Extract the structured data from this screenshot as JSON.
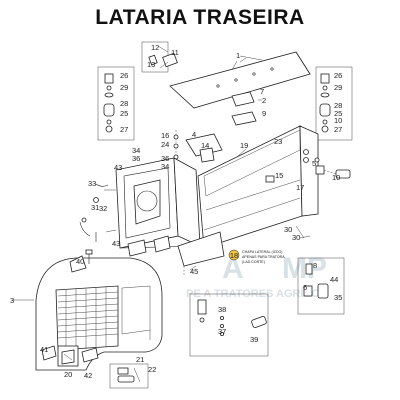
{
  "title": "LATARIA TRASEIRA",
  "watermark": {
    "name": "A",
    "tail": "MP",
    "tagline": "PE    A    TRATORES AGRÍCOL"
  },
  "note": {
    "number": "18",
    "lines": [
      "CHAPA LATERAL (IZDO)",
      "APENAS PARA TRATORA",
      "(LAD.CORTE)"
    ]
  },
  "callouts": {
    "c1": "1",
    "c2": "2",
    "c3": "3",
    "c4": "4",
    "c5": "5",
    "c6": "6",
    "c7": "7",
    "c8": "8",
    "c9": "9",
    "c10": "10",
    "c11": "11",
    "c12": "12",
    "c13": "13",
    "c14": "14",
    "c15": "15",
    "c16": "16",
    "c17": "17",
    "c19": "19",
    "c20": "20",
    "c21": "21",
    "c22": "22",
    "c23": "23",
    "c24": "24",
    "c25": "25",
    "c26": "26",
    "c27": "27",
    "c28": "28",
    "c29": "29",
    "c30": "30",
    "c31": "31",
    "c32": "32",
    "c33": "33",
    "c34": "34",
    "c35": "35",
    "c36": "36",
    "c37": "37",
    "c38": "38",
    "c39": "39",
    "c40": "40",
    "c41": "41",
    "c42": "42",
    "c43": "43",
    "c44": "44",
    "c45": "45",
    "c10b": "10",
    "c25b": "25",
    "c26b": "26",
    "c27b": "27",
    "c29b": "29",
    "c30b": "30",
    "c34b": "34",
    "c36b": "36",
    "c43b": "43",
    "c28b": "28"
  }
}
